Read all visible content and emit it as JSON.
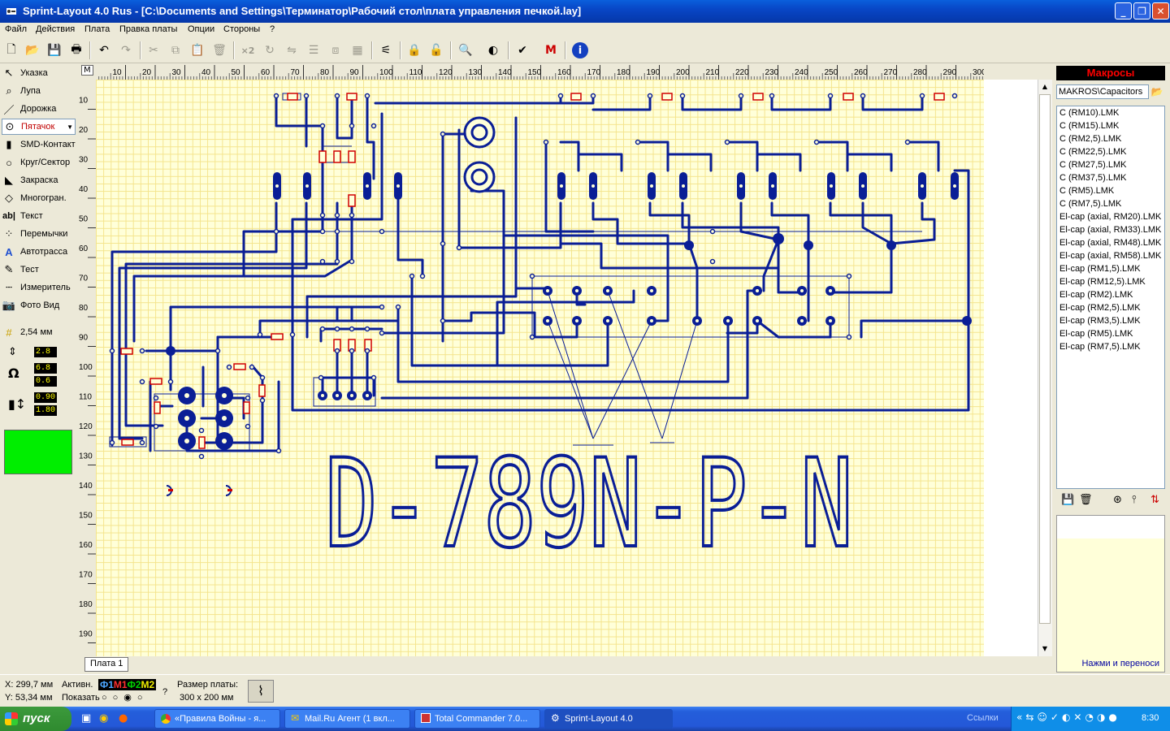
{
  "window": {
    "title": "Sprint-Layout 4.0 Rus - [C:\\Documents and Settings\\Терминатор\\Рабочий стол\\плата управления печкой.lay]"
  },
  "menu": [
    "Файл",
    "Действия",
    "Плата",
    "Правка платы",
    "Опции",
    "Стороны",
    "?"
  ],
  "tools": [
    {
      "label": "Указка",
      "icon": "pointer-icon"
    },
    {
      "label": "Лупа",
      "icon": "magnifier-icon"
    },
    {
      "label": "Дорожка",
      "icon": "track-icon"
    },
    {
      "label": "Пятачок",
      "icon": "pad-icon"
    },
    {
      "label": "SMD-Контакт",
      "icon": "smd-icon"
    },
    {
      "label": "Круг/Сектор",
      "icon": "circle-icon"
    },
    {
      "label": "Закраска",
      "icon": "fill-icon"
    },
    {
      "label": "Многогран.",
      "icon": "polygon-icon"
    },
    {
      "label": "Текст",
      "icon": "text-icon"
    },
    {
      "label": "Перемычки",
      "icon": "jumper-icon"
    },
    {
      "label": "Автотрасса",
      "icon": "autoroute-icon"
    },
    {
      "label": "Тест",
      "icon": "test-icon"
    },
    {
      "label": "Измеритель",
      "icon": "ruler-icon"
    },
    {
      "label": "Фото Вид",
      "icon": "camera-icon"
    }
  ],
  "grid_size": "2,54 мм",
  "params": {
    "track_width": "2.8",
    "pad_outer": "6.8",
    "pad_inner": "0.6",
    "smd_w": "0.90",
    "smd_h": "1.80"
  },
  "ruler": {
    "corner": "M",
    "top": [
      "10",
      "20",
      "30",
      "40",
      "50",
      "60",
      "70",
      "80",
      "90",
      "100",
      "110",
      "120",
      "130",
      "140",
      "150",
      "160",
      "170",
      "180",
      "190",
      "200",
      "210",
      "220",
      "230",
      "240",
      "250",
      "260",
      "270",
      "280",
      "290",
      "300"
    ],
    "left": [
      "10",
      "20",
      "30",
      "40",
      "50",
      "60",
      "70",
      "80",
      "90",
      "100",
      "110",
      "120",
      "130",
      "140",
      "150",
      "160",
      "170",
      "180",
      "190"
    ]
  },
  "board_text": "D-789N-P-N",
  "tab_label": "Плата 1",
  "macros": {
    "title": "Макросы",
    "folder": "MAKROS\\Capacitors",
    "items": [
      "C (RM10).LMK",
      "C (RM15).LMK",
      "C (RM2,5).LMK",
      "C (RM22,5).LMK",
      "C (RM27,5).LMK",
      "C (RM37,5).LMK",
      "C (RM5).LMK",
      "C (RM7,5).LMK",
      "El-cap (axial, RM20).LMK",
      "El-cap (axial, RM33).LMK",
      "El-cap (axial, RM48).LMK",
      "El-cap (axial, RM58).LMK",
      "El-cap (RM1,5).LMK",
      "El-cap (RM12,5).LMK",
      "El-cap (RM2).LMK",
      "El-cap (RM2,5).LMK",
      "El-cap (RM3,5).LMK",
      "El-cap (RM5).LMK",
      "El-cap (RM7,5).LMK"
    ],
    "hint": "Нажми и переноси"
  },
  "status": {
    "x": "X: 299,7 мм",
    "y": "Y: 53,34 мм",
    "active_label": "Активн.",
    "layers": [
      "Ф1",
      "М1",
      "Ф2",
      "М2"
    ],
    "show_label": "Показать",
    "help": "?",
    "size_label": "Размер платы:",
    "size_value": "300 x 200 мм"
  },
  "taskbar": {
    "start": "пуск",
    "tasks": [
      "«Правила Войны - я...",
      "Mail.Ru Агент (1 вкл...",
      "Total Commander 7.0...",
      "Sprint-Layout 4.0"
    ],
    "tray_label": "Ссылки",
    "clock": "8:30"
  },
  "colors": {
    "track": "#0a1e96",
    "component": "#d00000",
    "canvas": "#ffffd9",
    "grid": "#f4e48c",
    "color_swatch": "#00ee00"
  }
}
